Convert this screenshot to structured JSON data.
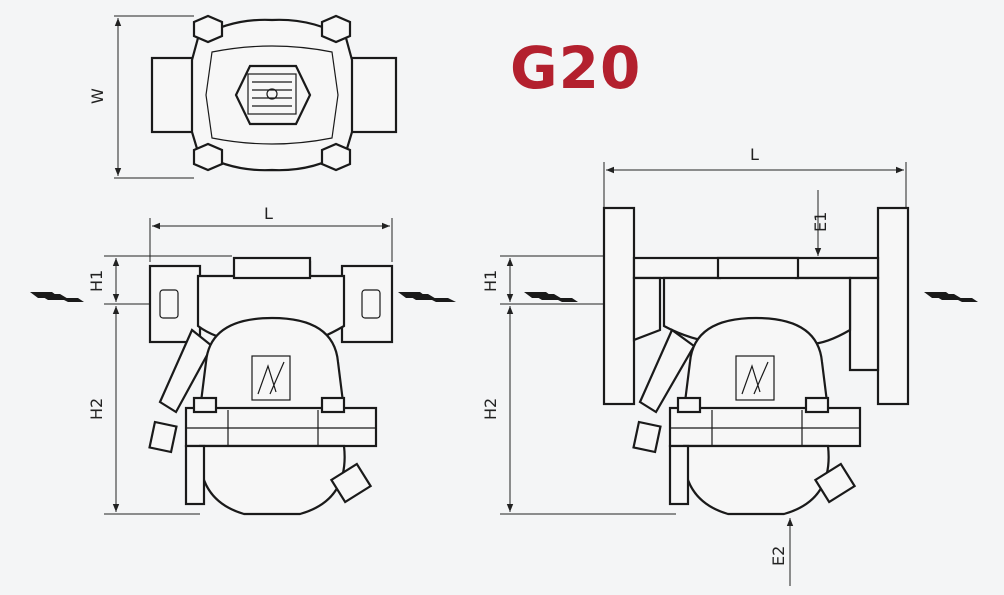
{
  "title": "G20",
  "colors": {
    "title": "#b3202e",
    "ink": "#1a1a1a",
    "background": "#f4f5f6"
  },
  "top_view": {
    "width_label": "W"
  },
  "left_view": {
    "length_label": "L",
    "h1_label": "H1",
    "h2_label": "H2"
  },
  "right_view": {
    "length_label": "L",
    "e1_label": "E1",
    "h1_label": "H1",
    "h2_label": "H2",
    "e2_label": "E2"
  }
}
